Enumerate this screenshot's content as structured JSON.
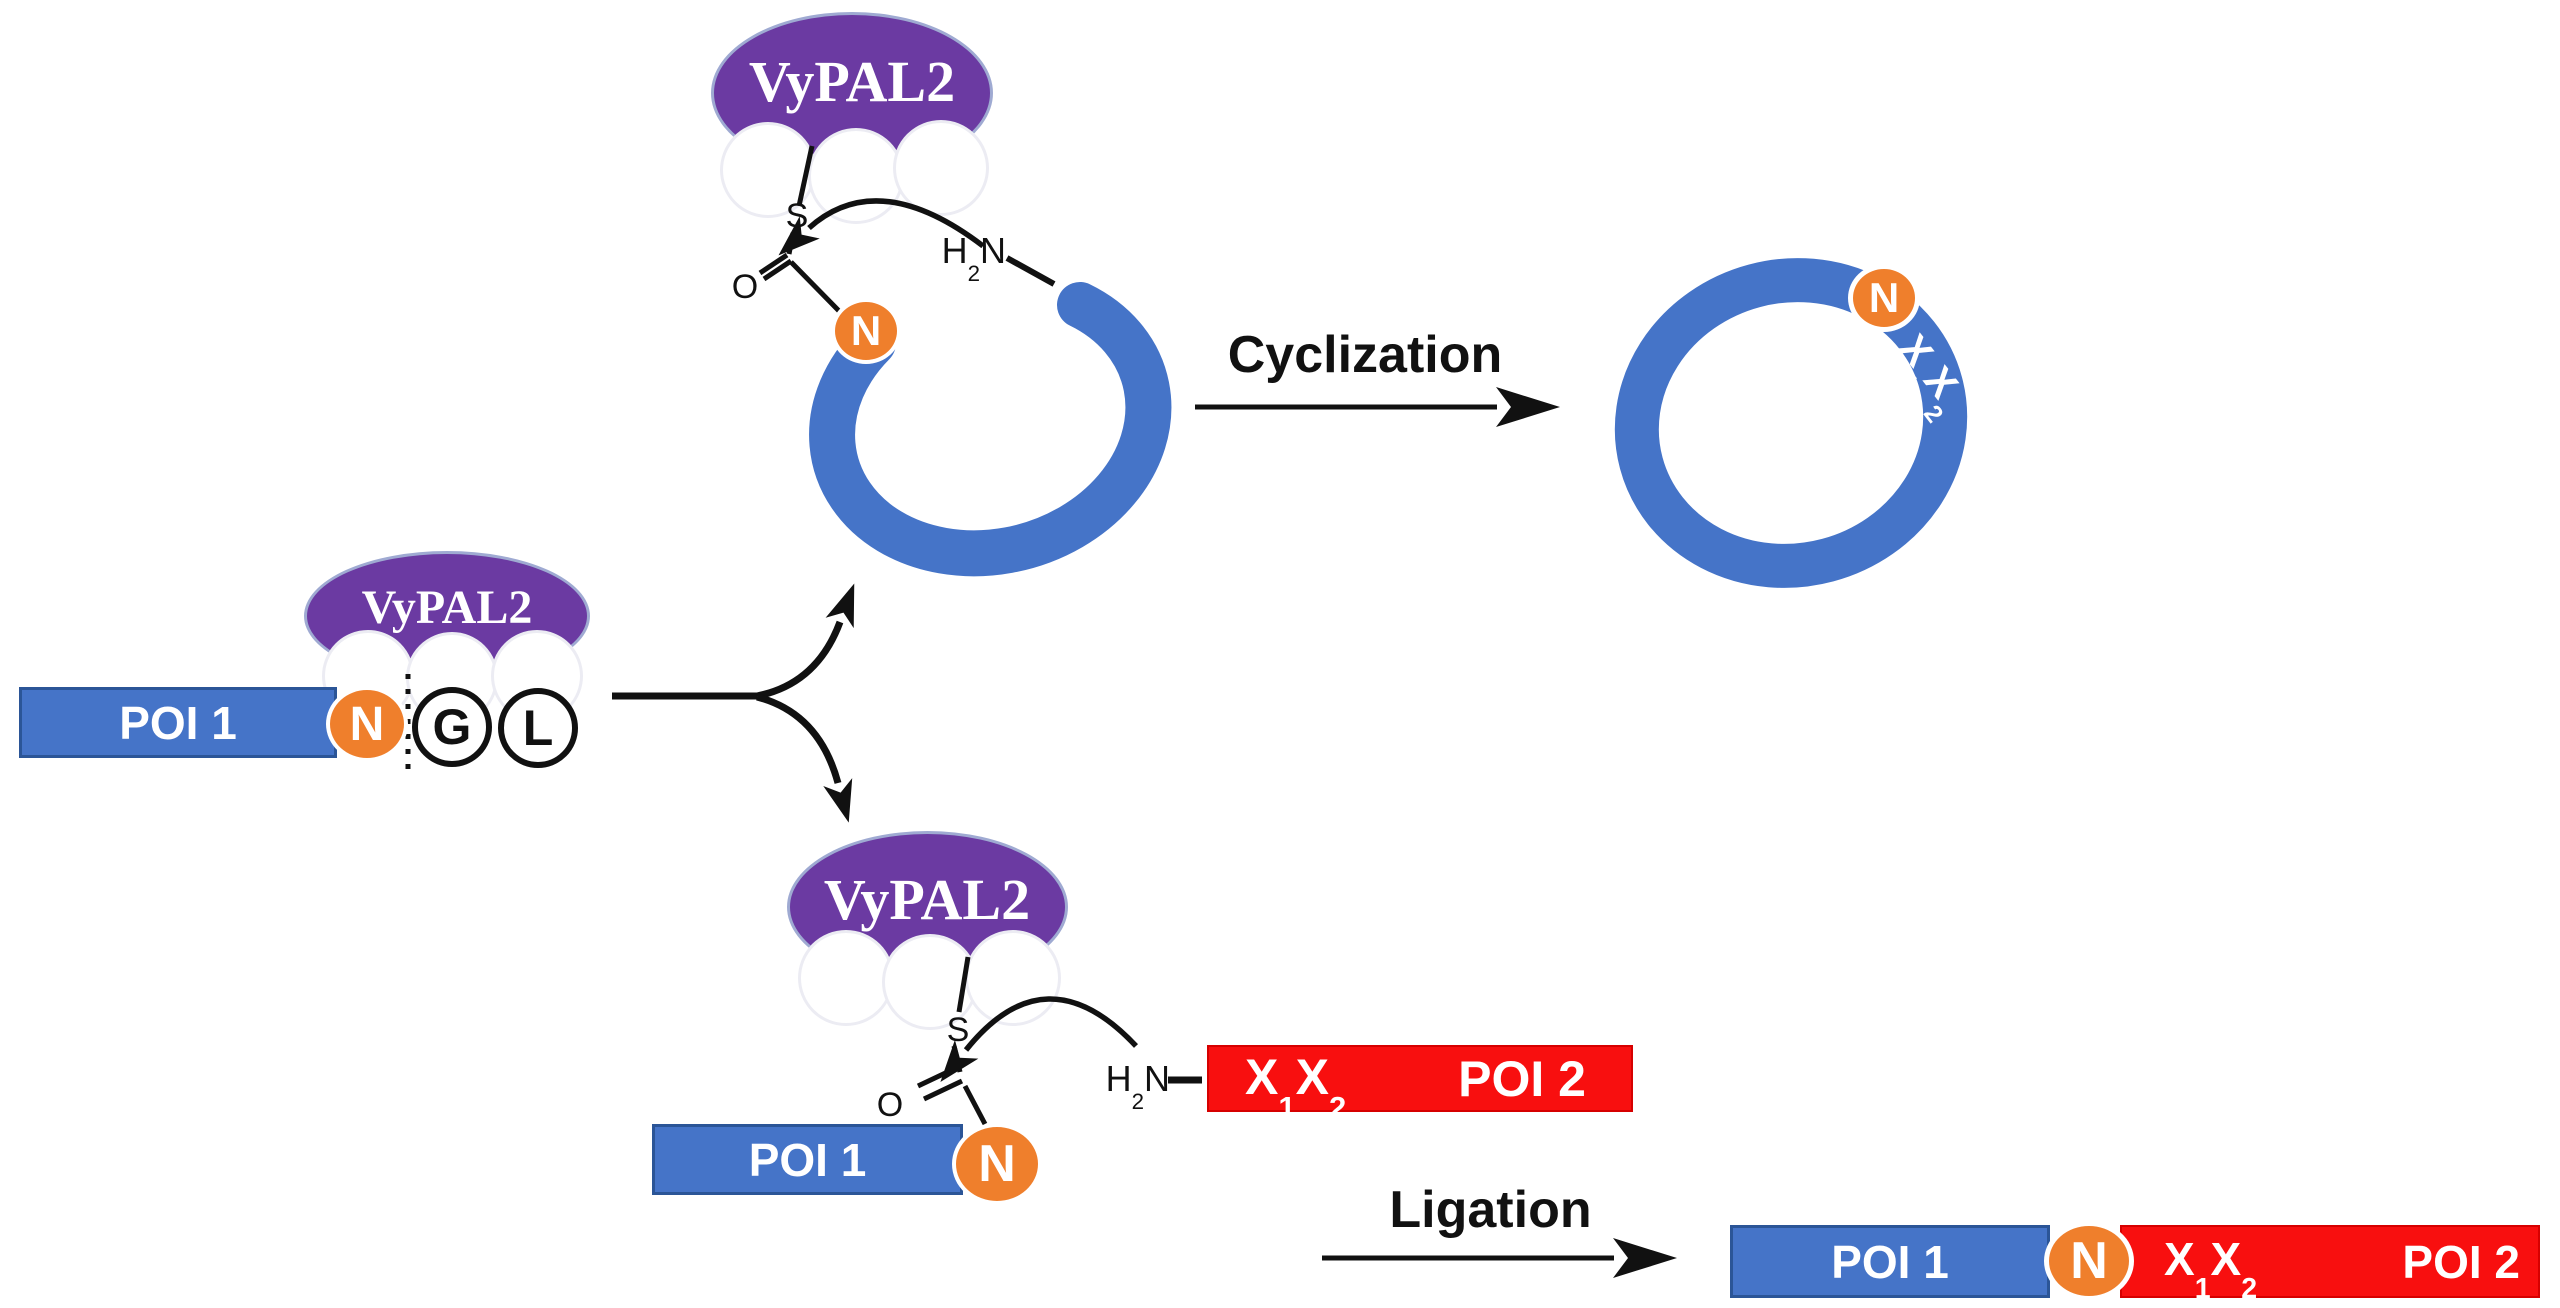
{
  "colors": {
    "purple": "#6B3AA2",
    "blue": "#4574C8",
    "blue_border": "#2B5597",
    "orange": "#EF7F2C",
    "red": "#F80F0F",
    "line": "#111111"
  },
  "enzyme": {
    "label": "VyPAL2"
  },
  "proteins": {
    "poi1": "POI 1",
    "poi2": "POI 2"
  },
  "residues": {
    "n": "N",
    "g": "G",
    "l": "L"
  },
  "atoms": {
    "s": "S",
    "o": "O"
  },
  "amine": {
    "h": "H",
    "sub": "2",
    "n": "N"
  },
  "tag": {
    "x": "X",
    "sub1": "1",
    "sub2": "2"
  },
  "reactions": {
    "cyclization": "Cyclization",
    "ligation": "Ligation"
  }
}
